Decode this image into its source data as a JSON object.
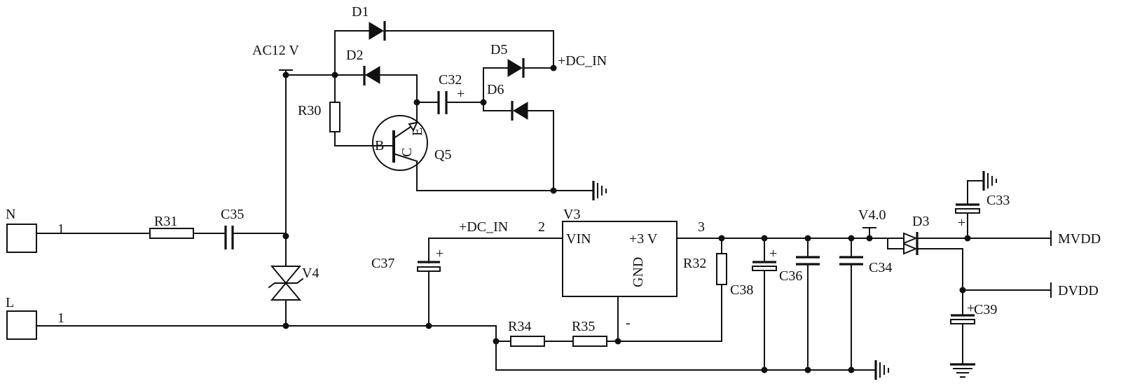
{
  "labels": {
    "n": "N",
    "l": "L",
    "pin_n": "1",
    "pin_l": "1",
    "ac12v": "AC12 V",
    "d1": "D1",
    "d2": "D2",
    "d5": "D5",
    "d6": "D6",
    "dc_in_top": "+DC_IN",
    "c32": "C32",
    "c32_plus": "+",
    "r30": "R30",
    "q5": "Q5",
    "q5_b": "B",
    "q5_c": "C",
    "q5_e": "E",
    "r31": "R31",
    "c35": "C35",
    "v4": "V4",
    "dc_in_reg": "+DC_IN",
    "pin2": "2",
    "v3": "V3",
    "vin": "VIN",
    "out3v": "+3 V",
    "gnd": "GND",
    "pin3": "3",
    "minus": "-",
    "c37": "C37",
    "c37_plus": "+",
    "r32": "R32",
    "c38": "C38",
    "c38_plus": "+",
    "c36": "C36",
    "c34": "C34",
    "v40": "V4.0",
    "d3": "D3",
    "c33": "C33",
    "c33_plus": "+",
    "mvdd": "MVDD",
    "dvdd": "DVDD",
    "c39": "C39",
    "c39_plus": "+",
    "r34": "R34",
    "r35": "R35"
  }
}
